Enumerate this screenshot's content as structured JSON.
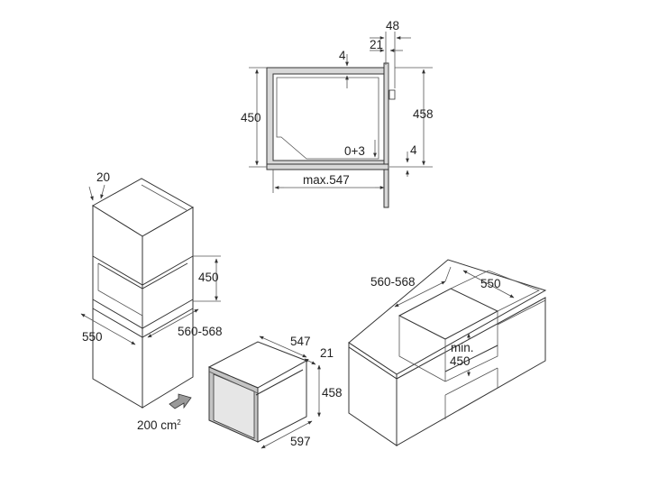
{
  "colors": {
    "line": "#333333",
    "wall_fill": "#d8d8d8",
    "oven_body": "#c4c4c4",
    "oven_door": "#e6e6e6",
    "arrow": "#9a9a9a",
    "background": "#ffffff"
  },
  "section": {
    "dim_48": "48",
    "dim_21": "21",
    "dim_4_top": "4",
    "dim_450": "450",
    "dim_458": "458",
    "dim_0_3": "0+3",
    "dim_4_bottom": "4",
    "dim_max547": "max.547"
  },
  "tall_cabinet": {
    "dim_20": "20",
    "dim_450": "450",
    "dim_550": "550",
    "dim_560_568": "560-568",
    "airflow": "200 cm",
    "airflow_sup": "2"
  },
  "oven": {
    "dim_547": "547",
    "dim_21": "21",
    "dim_458": "458",
    "dim_597": "597"
  },
  "base_cabinet": {
    "dim_560_568": "560-568",
    "dim_550": "550",
    "min_label": "min.",
    "dim_450": "450"
  }
}
